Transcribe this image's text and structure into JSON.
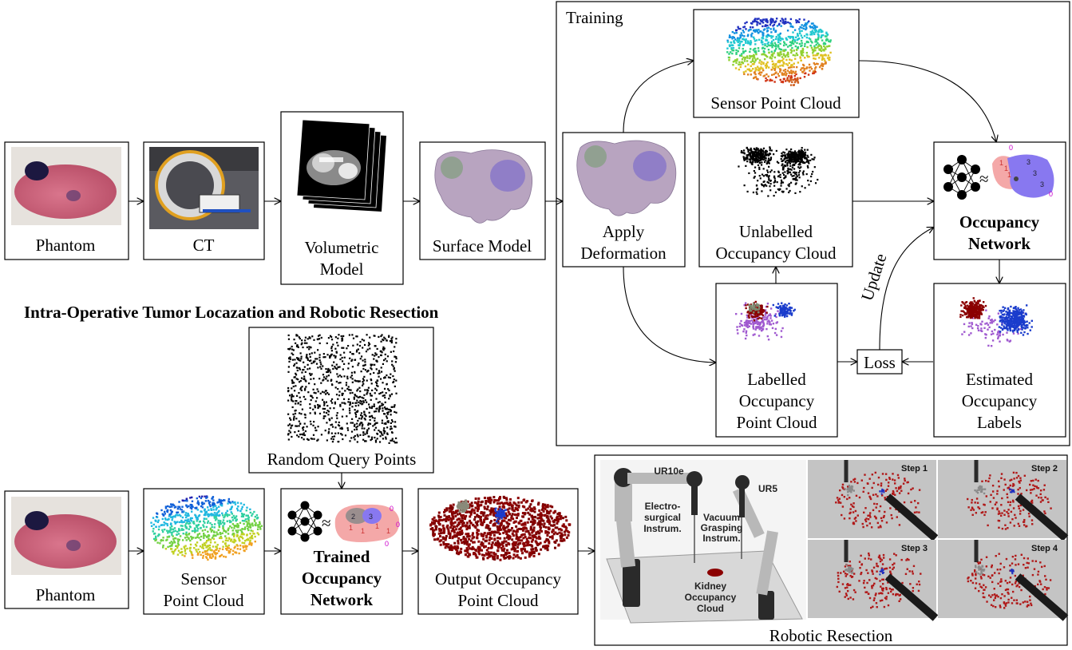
{
  "sections": {
    "training_title": "Training",
    "intraop_title": "Intra-Operative Tumor Locazation and Robotic Resection"
  },
  "labels": {
    "phantom_top": "Phantom",
    "ct": "CT",
    "volumetric_1": "Volumetric",
    "volumetric_2": "Model",
    "surface_model": "Surface Model",
    "apply_1": "Apply",
    "apply_2": "Deformation",
    "sensor_pc_train": "Sensor Point Cloud",
    "unlabelled_1": "Unlabelled",
    "unlabelled_2": "Occupancy Cloud",
    "occ_net_1": "Occupancy",
    "occ_net_2": "Network",
    "labelled_1": "Labelled",
    "labelled_2": "Occupancy",
    "labelled_3": "Point Cloud",
    "loss": "Loss",
    "update": "Update",
    "estimated_1": "Estimated",
    "estimated_2": "Occupancy",
    "estimated_3": "Labels",
    "random_query": "Random Query Points",
    "phantom_bottom": "Phantom",
    "sensor_1": "Sensor",
    "sensor_2": "Point Cloud",
    "trained_1": "Trained",
    "trained_2": "Occupancy",
    "trained_3": "Network",
    "output_1": "Output Occupancy",
    "output_2": "Point Cloud",
    "robotic_resection": "Robotic Resection"
  },
  "robot_image": {
    "ur10e": "UR10e",
    "ur5": "UR5",
    "electro_1": "Electro-",
    "electro_2": "surgical",
    "electro_3": "Instrum.",
    "vacuum_1": "Vacuum",
    "vacuum_2": "Grasping",
    "vacuum_3": "Instrum.",
    "kidney_1": "Kidney",
    "kidney_2": "Occupancy",
    "kidney_3": "Cloud",
    "steps": [
      "Step 1",
      "Step 2",
      "Step 3",
      "Step 4"
    ]
  },
  "network_icon": {
    "approx": "≈",
    "top_nums": [
      "0",
      "1",
      "1",
      "1",
      "3",
      "3",
      "3",
      "0"
    ],
    "bottom_nums": [
      "2",
      "3",
      "0",
      "1",
      "1",
      "1",
      "1",
      "0",
      "0"
    ]
  },
  "colors": {
    "tumor_red": "#8b0000",
    "tumor_blue": "#1a3ccc",
    "noise_purple": "#a05ad0",
    "kidney_pink": "#f4a8a8",
    "blob_purple": "#8878f0",
    "phantom_pink": "#c9607a"
  }
}
